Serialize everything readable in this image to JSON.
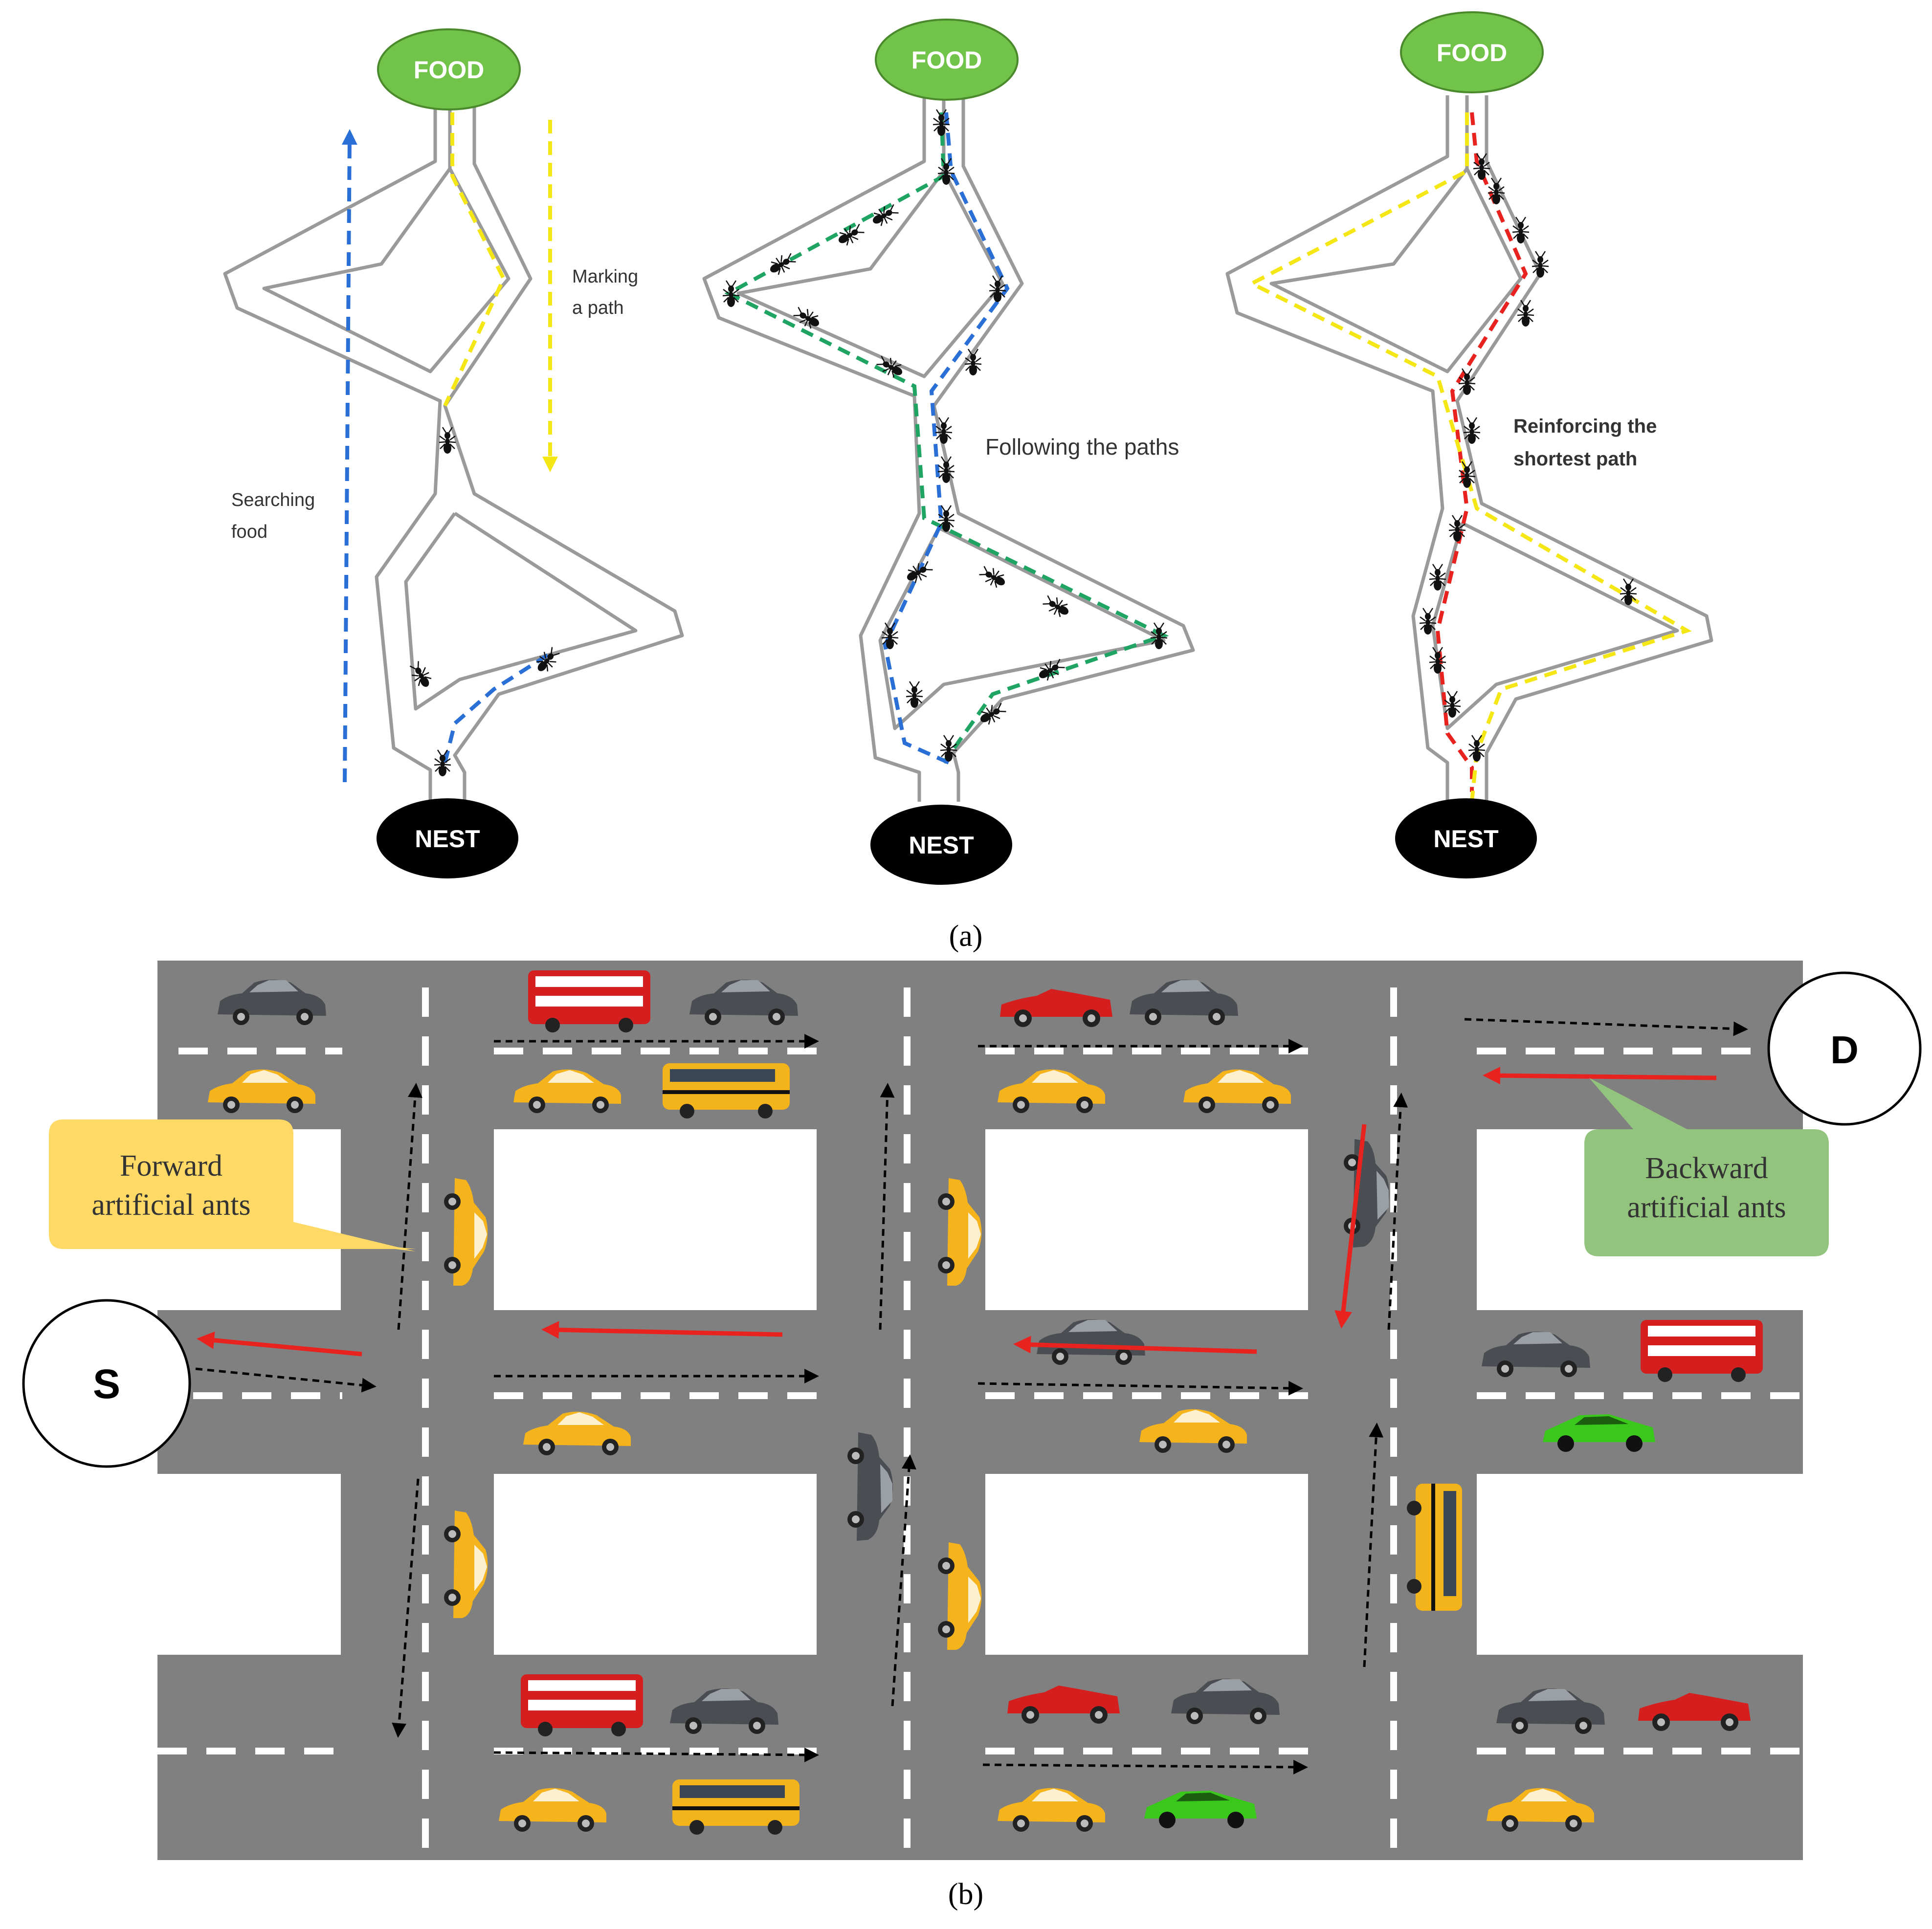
{
  "panel_a": {
    "caption": "(a)",
    "food_label": "FOOD",
    "nest_label": "NEST",
    "stage1": {
      "label_search_1": "Searching",
      "label_search_2": "food",
      "label_mark_1": "Marking",
      "label_mark_2": "a path"
    },
    "stage2": {
      "label_follow": "Following the paths"
    },
    "stage3": {
      "label_reinforce_1": "Reinforcing the",
      "label_reinforce_2": "shortest path"
    }
  },
  "panel_b": {
    "caption": "(b)",
    "source_label": "S",
    "destination_label": "D",
    "forward_label_1": "Forward",
    "forward_label_2": "artificial ants",
    "backward_label_1": "Backward",
    "backward_label_2": "artificial ants"
  },
  "colors": {
    "food": "#72c34a",
    "nest": "#000000",
    "search_path": "#2a6fd6",
    "mark_path": "#f5e615",
    "follow_path": "#1fa463",
    "shortest_path": "#e8231f",
    "road": "#808080",
    "forward_callout": "#ffd966",
    "backward_callout": "#93c47d",
    "backward_arrow": "#e8231f"
  }
}
